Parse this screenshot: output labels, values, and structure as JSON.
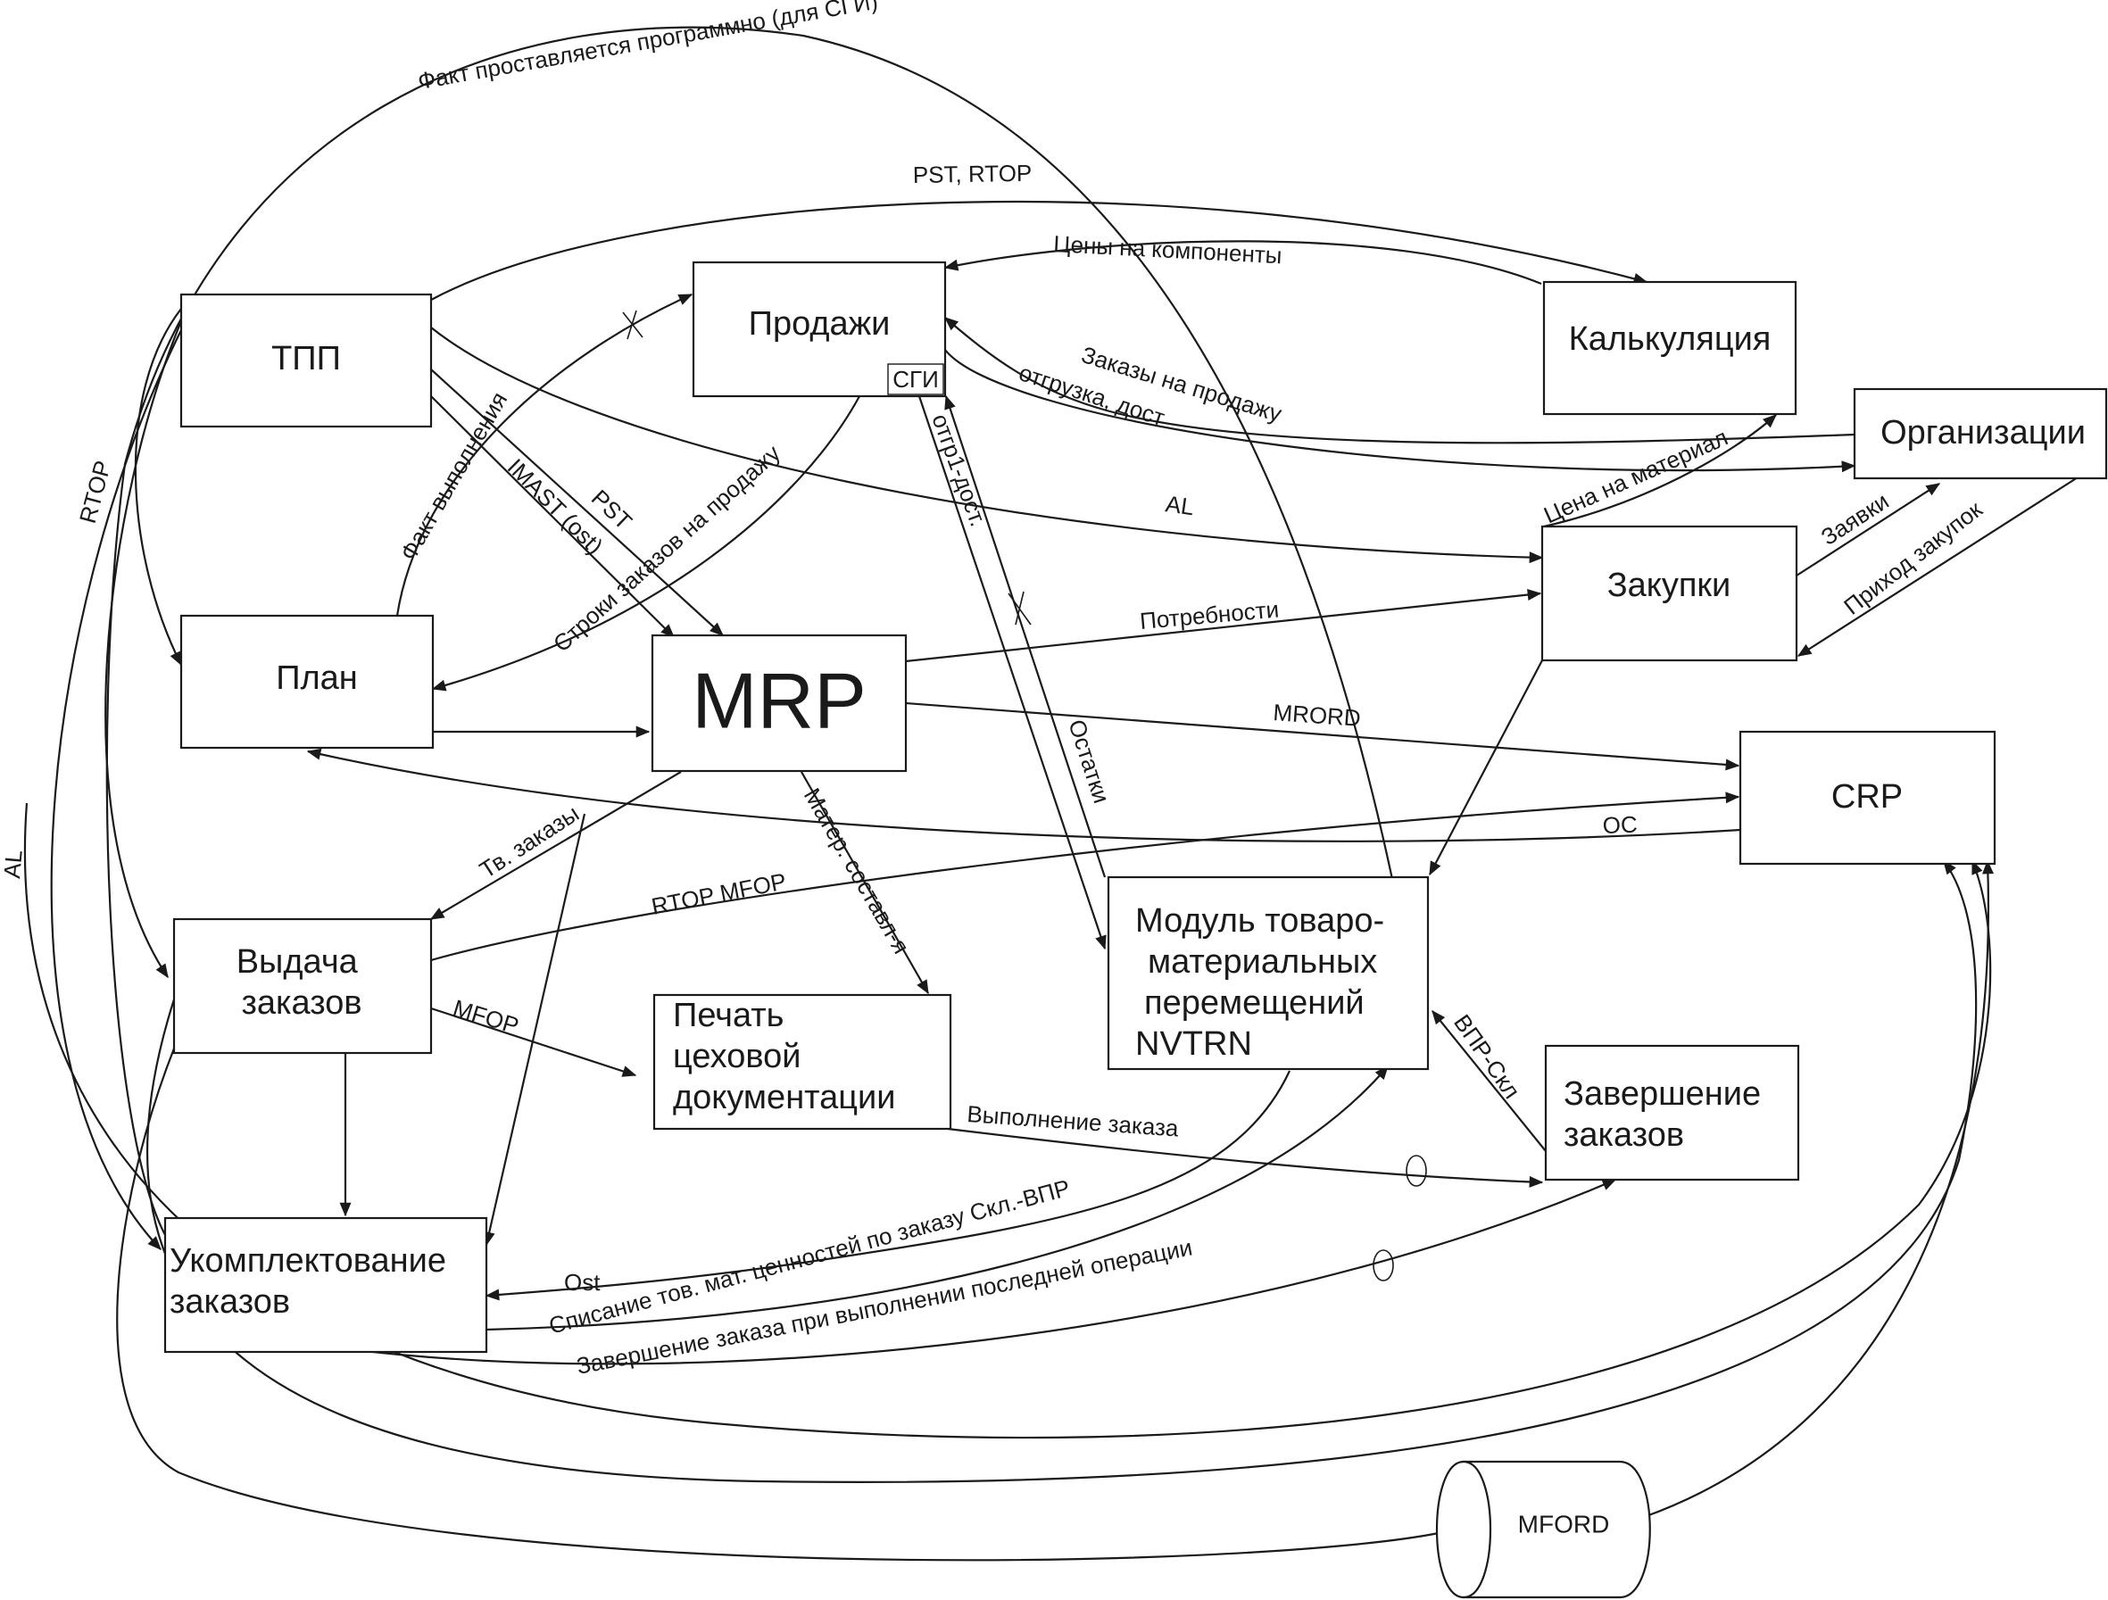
{
  "nodes": {
    "tpp": {
      "label": "ТПП"
    },
    "prodazhi": {
      "label": "Продажи"
    },
    "sgi": {
      "label": "СГИ"
    },
    "kalkulyaciya": {
      "label": "Калькуляция"
    },
    "organizacii": {
      "label": "Организации"
    },
    "zakupki": {
      "label": "Закупки"
    },
    "plan": {
      "label": "План"
    },
    "mrp": {
      "label": "MRP"
    },
    "crp": {
      "label": "CRP"
    },
    "vydacha": {
      "lines": [
        "Выдача",
        "заказов"
      ]
    },
    "pechat": {
      "lines": [
        "Печать",
        "цеховой",
        "документации"
      ]
    },
    "modul": {
      "lines": [
        "Модуль товаро-",
        "материальных",
        "перемещений",
        "NVTRN"
      ]
    },
    "zavershenie": {
      "lines": [
        "Завершение",
        "заказов"
      ]
    },
    "ukomplektovanie": {
      "lines": [
        "Укомплектование",
        "заказов"
      ]
    },
    "mford": {
      "label": "MFORD"
    }
  },
  "edge_labels": {
    "fakt_programmno": "Факт проставляется программно (для СГИ)",
    "pst_rtop": "PST,   RTOP",
    "ceny": "Цены на компоненты",
    "zakazy_na_prodazhu": "Заказы на продажу",
    "otgruzka": "отгрузка, дост",
    "cena_na_material": "Цена на материал",
    "al": "AL",
    "al_left": "AL",
    "zayavki": "Заявки",
    "prihod": "Приход закупок",
    "potrebnosti": "Потребности",
    "mrord": "MRORD",
    "oc": "ОС",
    "fakt_vypolneniya": "Факт выполнения",
    "imast": "IMAST (ost)",
    "pst": "PST",
    "stroki": "Строки заказов на продажу",
    "otgr1": "отгр1-дост.",
    "ostatki": "Остатки",
    "rtop_left": "RTOP",
    "tv_zakazy": "Тв. заказы",
    "mater": "Матер. составл-я",
    "rtop_mfop": "RTOP  MFOP",
    "mfop": "MFOP",
    "vpr_skl": "ВПР-Скл",
    "vypolnenie": "Выполнение заказа",
    "ost": "Ost",
    "spisanie": "Списание тов. мат. ценностей по заказу Скл.-ВПР",
    "zavershenie_zakaza": "Завершение заказа при выполнении последней операции"
  }
}
